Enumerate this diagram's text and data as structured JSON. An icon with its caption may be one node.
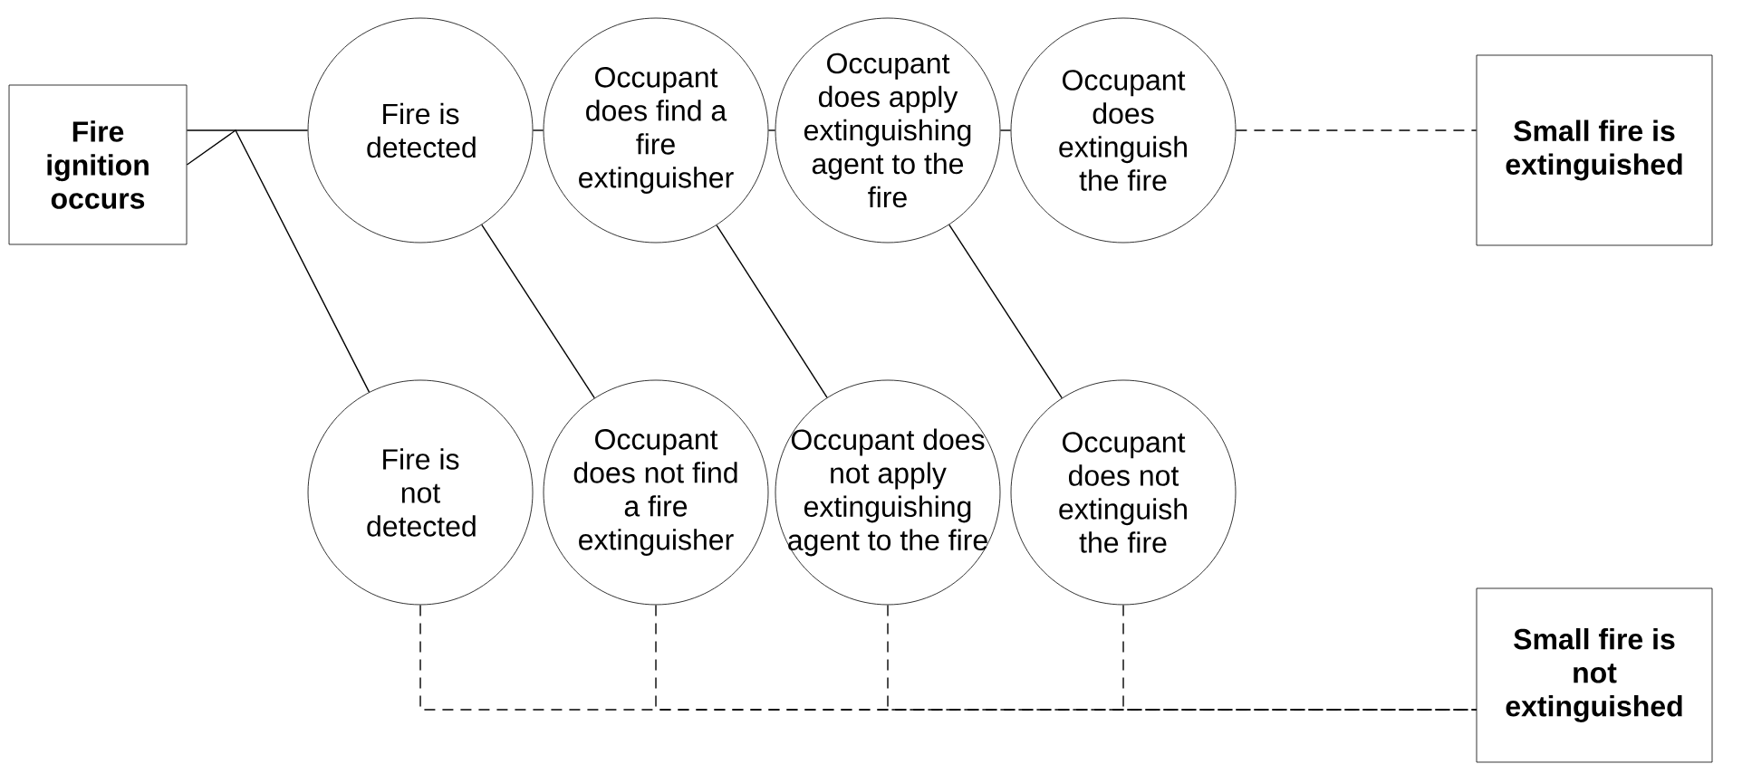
{
  "diagram": {
    "nodes": [
      {
        "text": [
          "Fire ignition occurs"
        ]
      },
      {
        "text": [
          "Fire is detected"
        ]
      },
      {
        "text": [
          "Occupant does find a fire extinguisher"
        ]
      },
      {
        "text": [
          "Occupant does apply extinguishing agent to the fire"
        ]
      },
      {
        "text": [
          "Occupant does extinguish the fire"
        ]
      },
      {
        "text": [
          "Small fire is extinguished"
        ]
      },
      {
        "text": [
          "Fire is not detected"
        ]
      },
      {
        "text": [
          "Occupant does not find a fire extinguisher"
        ]
      },
      {
        "text": [
          "Occupant does not apply extinguishing agent to the fire"
        ]
      },
      {
        "text": [
          "Occupant does not extinguish the fire"
        ]
      },
      {
        "text": [
          "Small fire is not extinguished"
        ]
      }
    ],
    "edges": [
      {
        "from": 0,
        "to": 1,
        "arrow": "none"
      },
      {
        "from": 0,
        "to": 6,
        "arrow": "none"
      },
      {
        "from": 1,
        "to": 2,
        "arrow": "none"
      },
      {
        "from": 1,
        "to": 7,
        "arrow": "none"
      },
      {
        "from": 2,
        "to": 3,
        "arrow": "none"
      },
      {
        "from": 2,
        "to": 8,
        "arrow": "none"
      },
      {
        "from": 3,
        "to": 4,
        "arrow": "none"
      },
      {
        "from": 3,
        "to": 9,
        "arrow": "none"
      },
      {
        "from": 4,
        "to": 5,
        "arrow": "none",
        "style": "dashed"
      },
      {
        "from": 6,
        "to": 10,
        "arrow": "none",
        "style": "dashed"
      },
      {
        "from": 7,
        "to": 10,
        "arrow": "none",
        "style": "dashed"
      },
      {
        "from": 8,
        "to": 10,
        "arrow": "none",
        "style": "dashed"
      },
      {
        "from": 9,
        "to": 10,
        "arrow": "none",
        "style": "dashed"
      }
    ]
  }
}
